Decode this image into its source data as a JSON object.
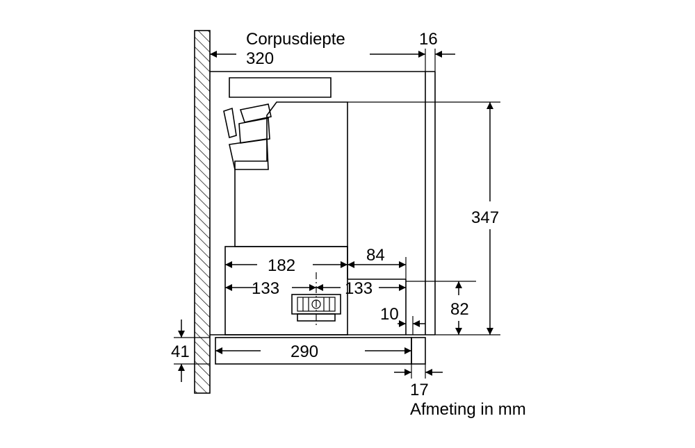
{
  "labels": {
    "corpusdiepte": "Corpusdiepte",
    "depth": "320",
    "top_right": "16",
    "height": "347",
    "d182": "182",
    "d84": "84",
    "d133_left": "133",
    "d133_right": "133",
    "d82": "82",
    "d10": "10",
    "d41": "41",
    "d290": "290",
    "d17": "17",
    "unit_note": "Afmeting in mm"
  }
}
